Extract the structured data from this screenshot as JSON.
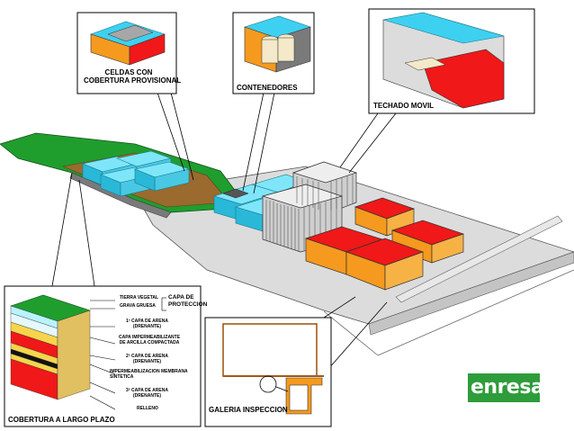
{
  "callouts": {
    "celdas": "CELDAS CON\nCOBERTURA PROVISIONAL",
    "contenedores": "CONTENEDORES",
    "techado": "TECHADO MOVIL",
    "cobertura": "COBERTURA A LARGO PLAZO",
    "galeria": "GALERIA INSPECCION"
  },
  "layers": {
    "tierra": "TIERRA VEGETAL",
    "grava": "GRAVA GRUESA",
    "capa_proteccion": "CAPA DE\nPROTECCION",
    "arena1": "1ª CAPA DE ARENA\n(DRENANTE)",
    "arcilla": "CAPA IMPERMEABILIZANTE\nDE ARCILLA COMPACTADA",
    "arena2": "2ª CAPA DE ARENA\n(DRENANTE)",
    "membrana": "IMPERMEABILIZACION MEMBRANA\nSINTETICA",
    "arena3": "3ª CAPA DE ARENA\n(DRENANTE)",
    "relleno": "RELLENO"
  },
  "logo": {
    "text": "enresa",
    "color": "#2e9c3a"
  },
  "colors": {
    "cyan": "#3ed0f0",
    "red": "#f01818",
    "orange": "#f59a1e",
    "green": "#1f9e2e",
    "grey": "#d9d9d9"
  }
}
